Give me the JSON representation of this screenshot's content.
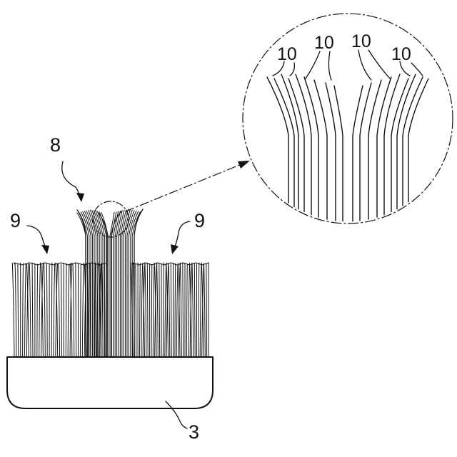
{
  "figure": {
    "labels": {
      "center_tuft": "8",
      "left_tuft": "9",
      "right_tuft": "9",
      "head": "3",
      "tip_a": "10",
      "tip_b": "10",
      "tip_c": "10",
      "tip_d": "10"
    }
  }
}
